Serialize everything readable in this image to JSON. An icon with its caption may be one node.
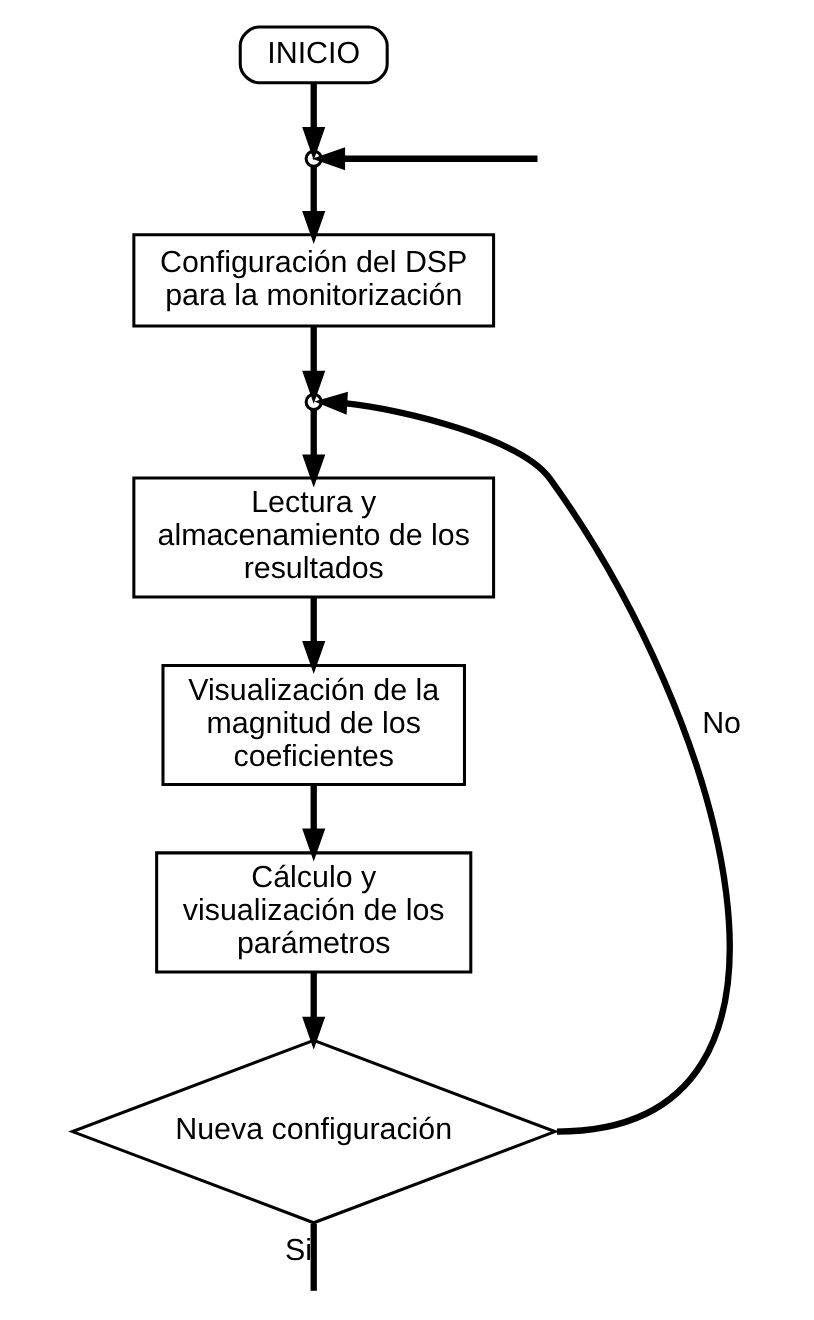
{
  "diagram": {
    "nodes": [
      {
        "text": [
          "INICIO"
        ]
      },
      {
        "text": [],
        "shape": "circle"
      },
      {
        "text": [
          "Configuración del DSP para la monitorización"
        ]
      },
      {
        "text": [],
        "shape": "circle"
      },
      {
        "text": [
          "Lectura y almacenamiento de los resultados"
        ]
      },
      {
        "text": [
          "Visualización de la magnitud de los coeficientes"
        ]
      },
      {
        "text": [
          "Cálculo y visualización de los parámetros"
        ]
      },
      {
        "text": [
          "Nueva configuración"
        ]
      }
    ],
    "edges": [
      {
        "from": 0,
        "to": 1,
        "arrow": "to"
      },
      {
        "from": null,
        "to": 1,
        "arrow": "to"
      },
      {
        "from": 1,
        "to": 2,
        "arrow": "to"
      },
      {
        "from": 2,
        "to": 3,
        "arrow": "to"
      },
      {
        "from": 7,
        "to": 3,
        "arrow": "to",
        "label": "No"
      },
      {
        "from": 3,
        "to": 4,
        "arrow": "to"
      },
      {
        "from": 4,
        "to": 5,
        "arrow": "to"
      },
      {
        "from": 5,
        "to": 6,
        "arrow": "to"
      },
      {
        "from": 6,
        "to": 7,
        "arrow": "to"
      },
      {
        "from": 7,
        "to": null,
        "arrow": "none",
        "label": "Si"
      }
    ]
  }
}
